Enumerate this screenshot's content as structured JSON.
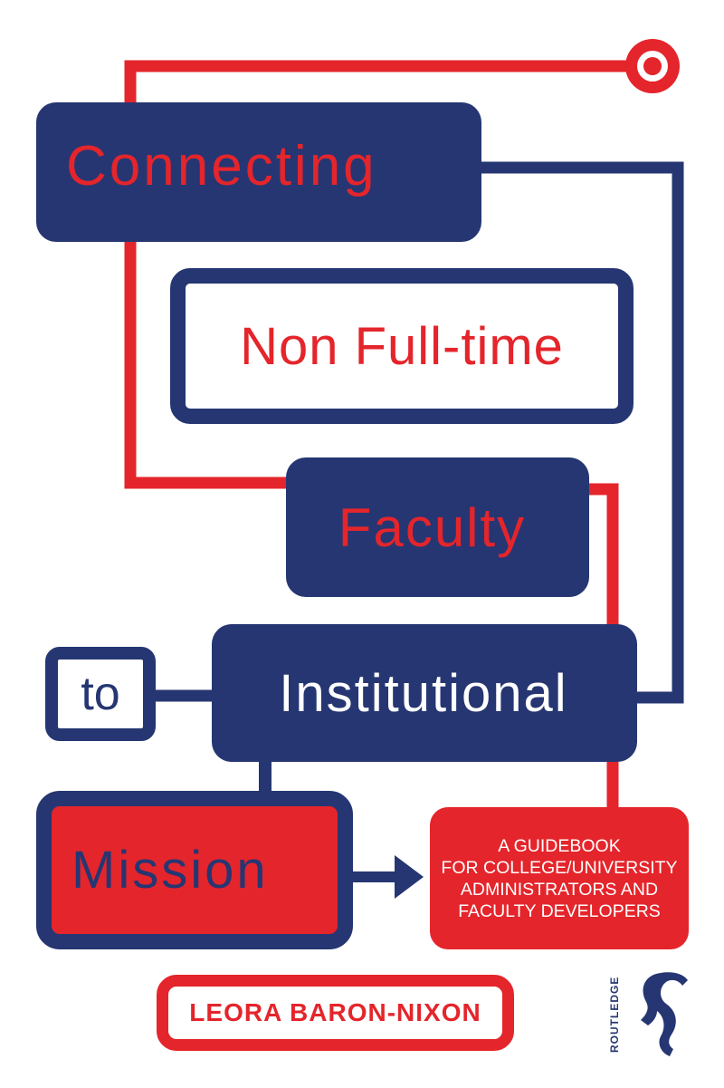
{
  "cover": {
    "title_line1": "Connecting",
    "title_line2": "Non Full-time",
    "title_line3": "Faculty",
    "title_line4_prefix": "to",
    "title_line4": "Institutional",
    "title_line5": "Mission",
    "subtitle_lines": [
      "A GUIDEBOOK",
      "FOR COLLEGE/UNIVERSITY",
      "ADMINISTRATORS AND",
      "FACULTY DEVELOPERS"
    ],
    "author": "LEORA BARON-NIXON",
    "publisher": "ROUTLEDGE"
  },
  "colors": {
    "navy": "#263672",
    "red": "#e4252b",
    "white": "#ffffff"
  }
}
